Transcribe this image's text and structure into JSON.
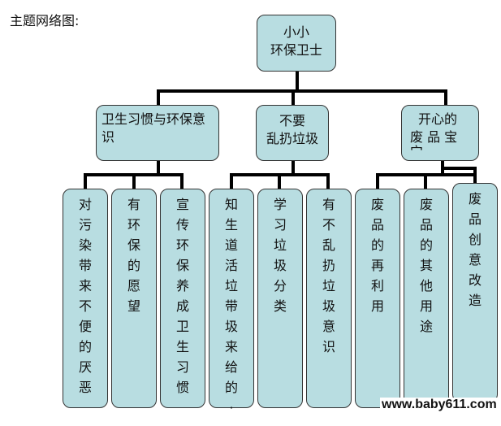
{
  "title": "主题网络图:",
  "root": {
    "line1": "小小",
    "line2": "环保卫士"
  },
  "branches": [
    {
      "label": "卫生习惯与环保意识",
      "children": [
        "对污染带来不便的厌恶",
        "有环保的愿望",
        "宣传环保养成卫生习惯"
      ]
    },
    {
      "line1": "不要",
      "line2": "乱扔垃圾",
      "children": [
        "知生道活垃带圾来给的·",
        "学习垃圾分类",
        "有不乱扔垃圾意识"
      ]
    },
    {
      "line1": "开心的",
      "line2": "废 品 宝",
      "line3": "宀",
      "children": [
        "废品的再利用",
        "废品的其他用途",
        "废品创意改造"
      ]
    }
  ],
  "watermark": "www.baby611.com",
  "colors": {
    "box_fill": "#b8dde1",
    "border": "#333333"
  }
}
